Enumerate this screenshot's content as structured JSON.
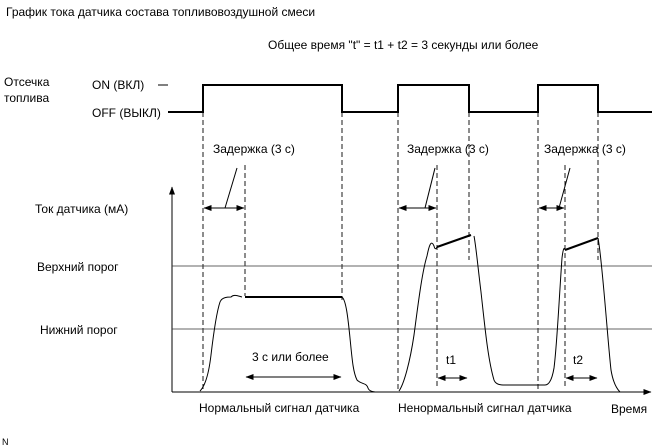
{
  "title": "График тока датчика состава топливовоздушной смеси",
  "total_time_note": "Общее время \"t\" = t1 + t2 = 3 секунды или более",
  "fuel_cut": {
    "label_line1": "Отсечка",
    "label_line2": "топлива",
    "on_label": "ON (ВКЛ)",
    "off_label": "OFF (ВЫКЛ)"
  },
  "delay_label": "Задержка (3 с)",
  "sensor_current_label": "Ток датчика (мА)",
  "upper_threshold_label": "Верхний порог",
  "lower_threshold_label": "Нижний порог",
  "normal_duration_label": "3 с или более",
  "t1_label": "t1",
  "t2_label": "t2",
  "normal_signal_caption": "Нормальный сигнал датчика",
  "abnormal_signal_caption": "Ненормальный сигнал датчика",
  "time_axis_label": "Время",
  "corner_mark": "N"
}
